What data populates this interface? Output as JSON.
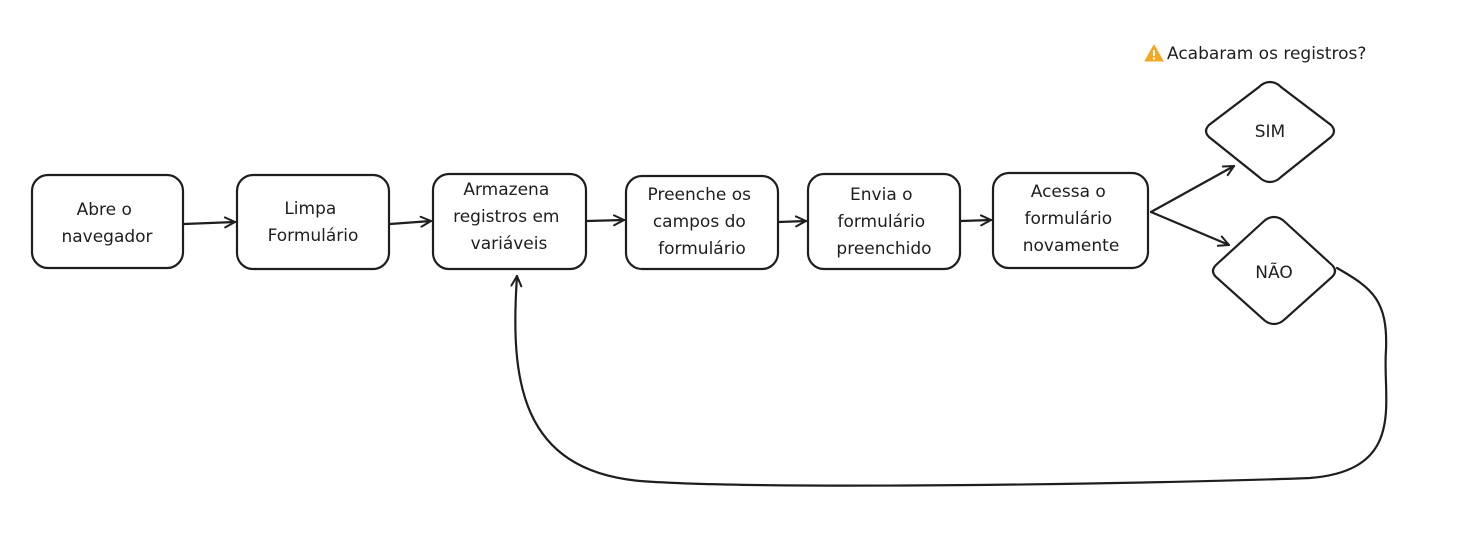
{
  "question": {
    "icon": "warning-icon",
    "icon_color": "#f5a623",
    "text": "Acabaram os registros?"
  },
  "steps": [
    {
      "id": "abre-navegador",
      "lines": [
        "Abre o",
        "navegador"
      ]
    },
    {
      "id": "limpa-formulario",
      "lines": [
        "Limpa",
        "Formulário"
      ]
    },
    {
      "id": "armazena-registros",
      "lines": [
        "Armazena",
        "registros em",
        "variáveis"
      ]
    },
    {
      "id": "preenche-campos",
      "lines": [
        "Preenche os",
        "campos do",
        "formulário"
      ]
    },
    {
      "id": "envia-formulario",
      "lines": [
        "Envia o",
        "formulário",
        "preenchido"
      ]
    },
    {
      "id": "acessa-formulario",
      "lines": [
        "Acessa o",
        "formulário",
        "novamente"
      ]
    }
  ],
  "decisions": [
    {
      "id": "sim",
      "label": "SIM"
    },
    {
      "id": "nao",
      "label": "NÃO"
    }
  ],
  "stroke_color": "#1e1e1e"
}
